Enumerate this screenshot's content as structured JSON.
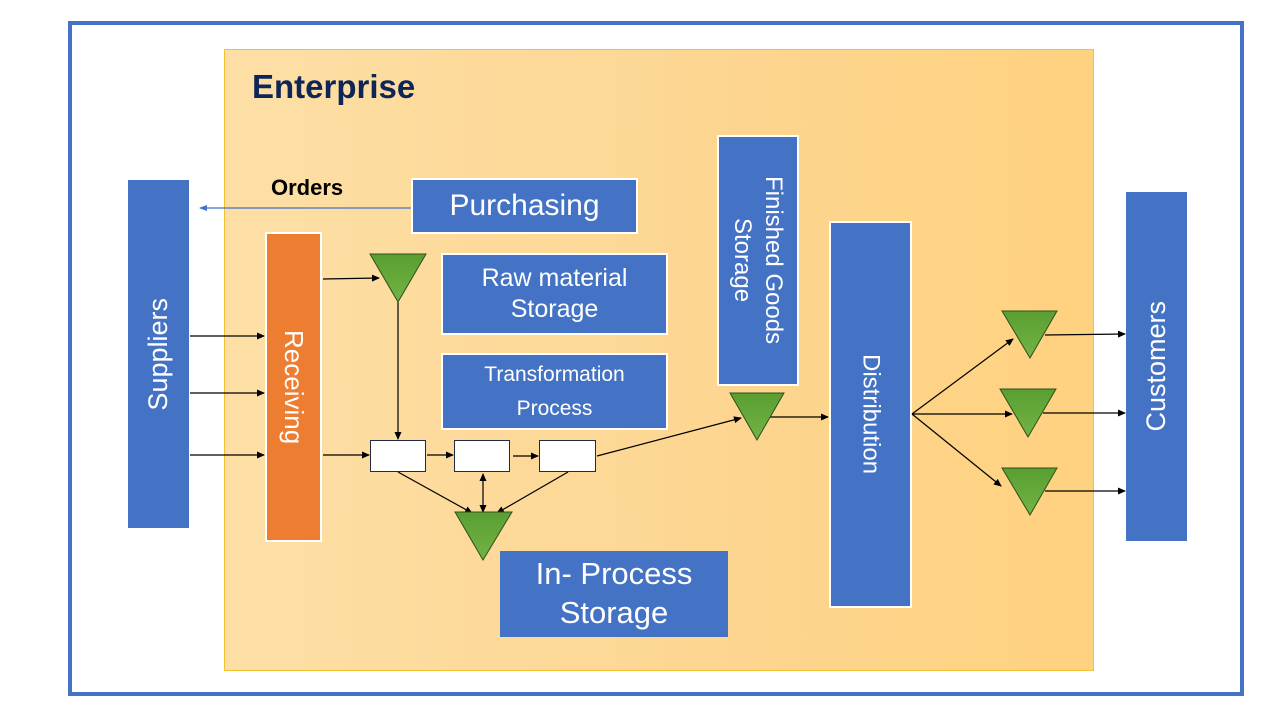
{
  "diagram": {
    "title": "Enterprise",
    "colors": {
      "frame": "#4472c4",
      "box_blue": "#4472c4",
      "box_orange": "#ed7d31",
      "enterprise_fill": "#fdd796",
      "inventory_green": "#62a83a",
      "title_navy": "#0e2557"
    },
    "external_entities": {
      "suppliers": "Suppliers",
      "customers": "Customers"
    },
    "departments": {
      "receiving": "Receiving",
      "purchasing": "Purchasing",
      "raw_material_storage": "Raw material Storage",
      "transformation_process": "Transformation Process",
      "finished_goods_storage": "Finished Goods Storage",
      "distribution": "Distribution",
      "in_process_storage": "In- Process Storage"
    },
    "labels": {
      "orders": "Orders"
    },
    "edges": [
      {
        "from": "Purchasing",
        "to": "Suppliers",
        "label": "Orders"
      },
      {
        "from": "Suppliers",
        "to": "Receiving"
      },
      {
        "from": "Suppliers",
        "to": "Receiving"
      },
      {
        "from": "Suppliers",
        "to": "Receiving"
      },
      {
        "from": "Receiving",
        "to": "Raw material inventory"
      },
      {
        "from": "Raw material inventory",
        "to": "Process step 1"
      },
      {
        "from": "Receiving",
        "to": "Process step 1"
      },
      {
        "from": "Process step 1",
        "to": "Process step 2"
      },
      {
        "from": "Process step 2",
        "to": "Process step 3"
      },
      {
        "from": "Process step 1",
        "to": "In-process inventory"
      },
      {
        "from": "Process step 2",
        "to": "In-process inventory",
        "bidirectional": true
      },
      {
        "from": "Process step 3",
        "to": "In-process inventory"
      },
      {
        "from": "Process step 3",
        "to": "Finished goods inventory"
      },
      {
        "from": "Finished goods inventory",
        "to": "Distribution"
      },
      {
        "from": "Distribution",
        "to": "Distribution inventory 1"
      },
      {
        "from": "Distribution",
        "to": "Distribution inventory 2"
      },
      {
        "from": "Distribution",
        "to": "Distribution inventory 3"
      },
      {
        "from": "Distribution inventory 1",
        "to": "Customers"
      },
      {
        "from": "Distribution inventory 2",
        "to": "Customers"
      },
      {
        "from": "Distribution inventory 3",
        "to": "Customers"
      }
    ]
  }
}
